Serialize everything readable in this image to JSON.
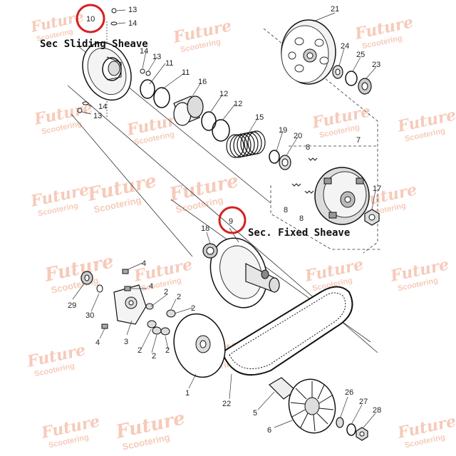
{
  "diagram": {
    "annotations": {
      "sliding_sheave": "Sec Sliding Sheave",
      "fixed_sheave": "Sec. Fixed Sheave"
    },
    "highlight_color": "#d42020",
    "watermark": {
      "line1": "Future",
      "line2": "Scootering",
      "color": "#f0a080"
    },
    "footer": "",
    "part_numbers": {
      "p1": "1",
      "p2a": "2",
      "p2b": "2",
      "p2c": "2",
      "p2d": "2",
      "p2e": "2",
      "p3": "3",
      "p4a": "4",
      "p4b": "4",
      "p4c": "4",
      "p5": "5",
      "p6": "6",
      "p7": "7",
      "p8a": "8",
      "p8b": "8",
      "p8c": "8",
      "p9": "9",
      "p10": "10",
      "p11a": "11",
      "p11b": "11",
      "p12a": "12",
      "p12b": "12",
      "p13a": "13",
      "p13b": "13",
      "p13c": "13",
      "p14a": "14",
      "p14b": "14",
      "p14c": "14",
      "p15": "15",
      "p16": "16",
      "p17": "17",
      "p18": "18",
      "p19": "19",
      "p20": "20",
      "p21": "21",
      "p22": "22",
      "p23": "23",
      "p24": "24",
      "p25": "25",
      "p26": "26",
      "p27": "27",
      "p28": "28",
      "p29": "29",
      "p30": "30"
    }
  }
}
